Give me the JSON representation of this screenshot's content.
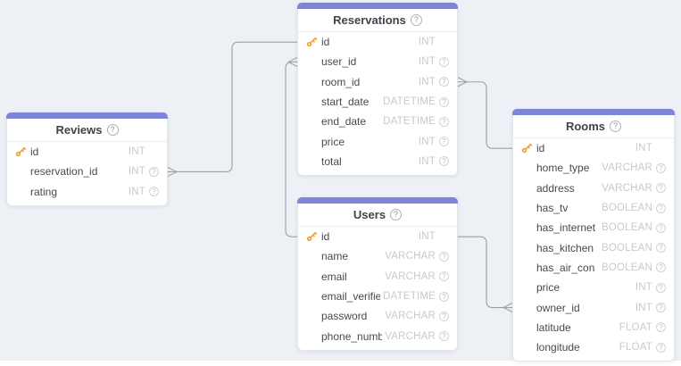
{
  "diagram": {
    "background_color": "#edf1f5",
    "accent_bar_color": "#7d85d8",
    "connector_color": "#99a0a8",
    "primary_key_color": "#f0a23c",
    "help_icon_glyph": "?"
  },
  "tables": [
    {
      "key": "reservations",
      "title": "Reservations",
      "fields": [
        {
          "name": "id",
          "type": "INT",
          "primary_key": true,
          "hint_icon": false
        },
        {
          "name": "user_id",
          "type": "INT",
          "primary_key": false,
          "hint_icon": true
        },
        {
          "name": "room_id",
          "type": "INT",
          "primary_key": false,
          "hint_icon": true
        },
        {
          "name": "start_date",
          "type": "DATETIME",
          "primary_key": false,
          "hint_icon": true
        },
        {
          "name": "end_date",
          "type": "DATETIME",
          "primary_key": false,
          "hint_icon": true
        },
        {
          "name": "price",
          "type": "INT",
          "primary_key": false,
          "hint_icon": true
        },
        {
          "name": "total",
          "type": "INT",
          "primary_key": false,
          "hint_icon": true
        }
      ]
    },
    {
      "key": "reviews",
      "title": "Reviews",
      "fields": [
        {
          "name": "id",
          "type": "INT",
          "primary_key": true,
          "hint_icon": false
        },
        {
          "name": "reservation_id",
          "type": "INT",
          "primary_key": false,
          "hint_icon": true
        },
        {
          "name": "rating",
          "type": "INT",
          "primary_key": false,
          "hint_icon": true
        }
      ]
    },
    {
      "key": "users",
      "title": "Users",
      "fields": [
        {
          "name": "id",
          "type": "INT",
          "primary_key": true,
          "hint_icon": false
        },
        {
          "name": "name",
          "type": "VARCHAR",
          "primary_key": false,
          "hint_icon": true
        },
        {
          "name": "email",
          "type": "VARCHAR",
          "primary_key": false,
          "hint_icon": true
        },
        {
          "name": "email_verified_at",
          "type": "DATETIME",
          "primary_key": false,
          "hint_icon": true
        },
        {
          "name": "password",
          "type": "VARCHAR",
          "primary_key": false,
          "hint_icon": true
        },
        {
          "name": "phone_number",
          "type": "VARCHAR",
          "primary_key": false,
          "hint_icon": true
        }
      ]
    },
    {
      "key": "rooms",
      "title": "Rooms",
      "fields": [
        {
          "name": "id",
          "type": "INT",
          "primary_key": true,
          "hint_icon": false
        },
        {
          "name": "home_type",
          "type": "VARCHAR",
          "primary_key": false,
          "hint_icon": true
        },
        {
          "name": "address",
          "type": "VARCHAR",
          "primary_key": false,
          "hint_icon": true
        },
        {
          "name": "has_tv",
          "type": "BOOLEAN",
          "primary_key": false,
          "hint_icon": true
        },
        {
          "name": "has_internet",
          "type": "BOOLEAN",
          "primary_key": false,
          "hint_icon": true
        },
        {
          "name": "has_kitchen",
          "type": "BOOLEAN",
          "primary_key": false,
          "hint_icon": true
        },
        {
          "name": "has_air_con",
          "type": "BOOLEAN",
          "primary_key": false,
          "hint_icon": true
        },
        {
          "name": "price",
          "type": "INT",
          "primary_key": false,
          "hint_icon": true
        },
        {
          "name": "owner_id",
          "type": "INT",
          "primary_key": false,
          "hint_icon": true
        },
        {
          "name": "latitude",
          "type": "FLOAT",
          "primary_key": false,
          "hint_icon": true
        },
        {
          "name": "longitude",
          "type": "FLOAT",
          "primary_key": false,
          "hint_icon": true
        }
      ]
    }
  ],
  "relationships": [
    {
      "many": "reviews.reservation_id",
      "one": "reservations.id"
    },
    {
      "many": "reservations.user_id",
      "one": "users.id"
    },
    {
      "many": "reservations.room_id",
      "one": "rooms.id"
    },
    {
      "many": "rooms.owner_id",
      "one": "users.id"
    }
  ]
}
